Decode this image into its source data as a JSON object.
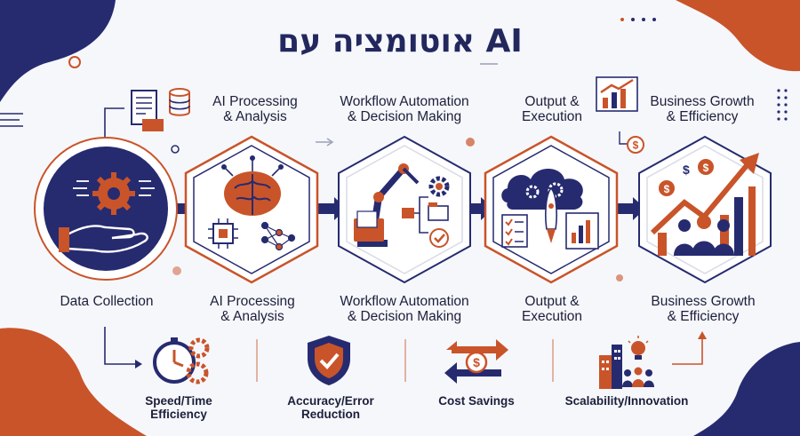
{
  "title": "אוטומציה עם AI",
  "colors": {
    "navy": "#262b70",
    "orange": "#c9542a",
    "background": "#f6f7fb"
  },
  "top_labels": [
    {
      "line1": "AI Processing",
      "line2": "& Analysis"
    },
    {
      "line1": "Workflow Automation",
      "line2": "& Decision Making"
    },
    {
      "line1": "Output &",
      "line2": "Execution"
    },
    {
      "line1": "Business Growth",
      "line2": "& Efficiency"
    }
  ],
  "stages": [
    {
      "line1": "Data Collection",
      "line2": ""
    },
    {
      "line1": "AI Processing",
      "line2": "& Analysis"
    },
    {
      "line1": "Workflow Automation",
      "line2": "& Decision Making"
    },
    {
      "line1": "Output &",
      "line2": "Execution"
    },
    {
      "line1": "Business Growth",
      "line2": "& Efficiency"
    }
  ],
  "benefits": [
    {
      "line1": "Speed/Time",
      "line2": "Efficiency",
      "icon": "stopwatch-gears-icon"
    },
    {
      "line1": "Accuracy/Error",
      "line2": "Reduction",
      "icon": "shield-check-icon"
    },
    {
      "line1": "Cost Savings",
      "line2": "",
      "icon": "dollar-exchange-icon"
    },
    {
      "line1": "Scalability/Innovation",
      "line2": "",
      "icon": "city-lightbulb-icon"
    }
  ]
}
